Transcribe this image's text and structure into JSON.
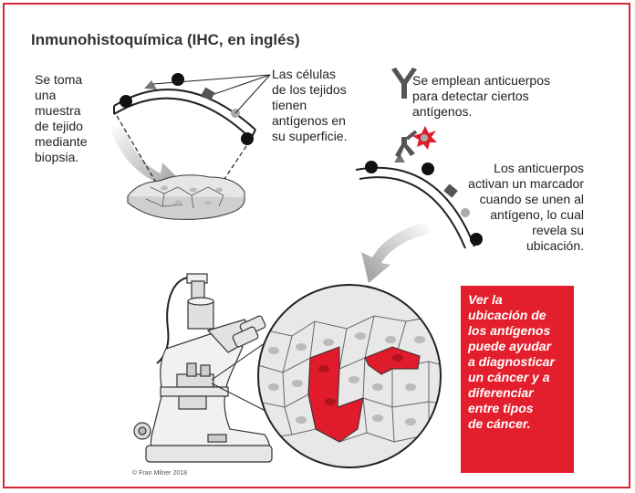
{
  "title": "Inmunohistoquímica (IHC, en inglés)",
  "step1": [
    "Se toma",
    "una",
    "muestra",
    "de tejido",
    "mediante",
    "biopsia."
  ],
  "step2": [
    "Las células",
    "de los tejidos",
    "tienen",
    "antígenos en",
    "su superficie."
  ],
  "step3": [
    "Se emplean anticuerpos",
    "para detectar ciertos",
    "antígenos."
  ],
  "step4": [
    "Los anticuerpos",
    "activan un marcador",
    "cuando se unen al",
    "antígeno, lo cual",
    "revela su",
    "ubicación."
  ],
  "callout": [
    "Ver la",
    "ubicación de",
    "los antígenos",
    "puede ayudar",
    "a diagnosticar",
    "un cáncer y a",
    "diferenciar",
    "entre tipos",
    "de cáncer."
  ],
  "credit": "© Fran Milner 2018",
  "colors": {
    "border": "#d5283a",
    "accent": "#e41f2d",
    "stain": "#e01b2b"
  }
}
